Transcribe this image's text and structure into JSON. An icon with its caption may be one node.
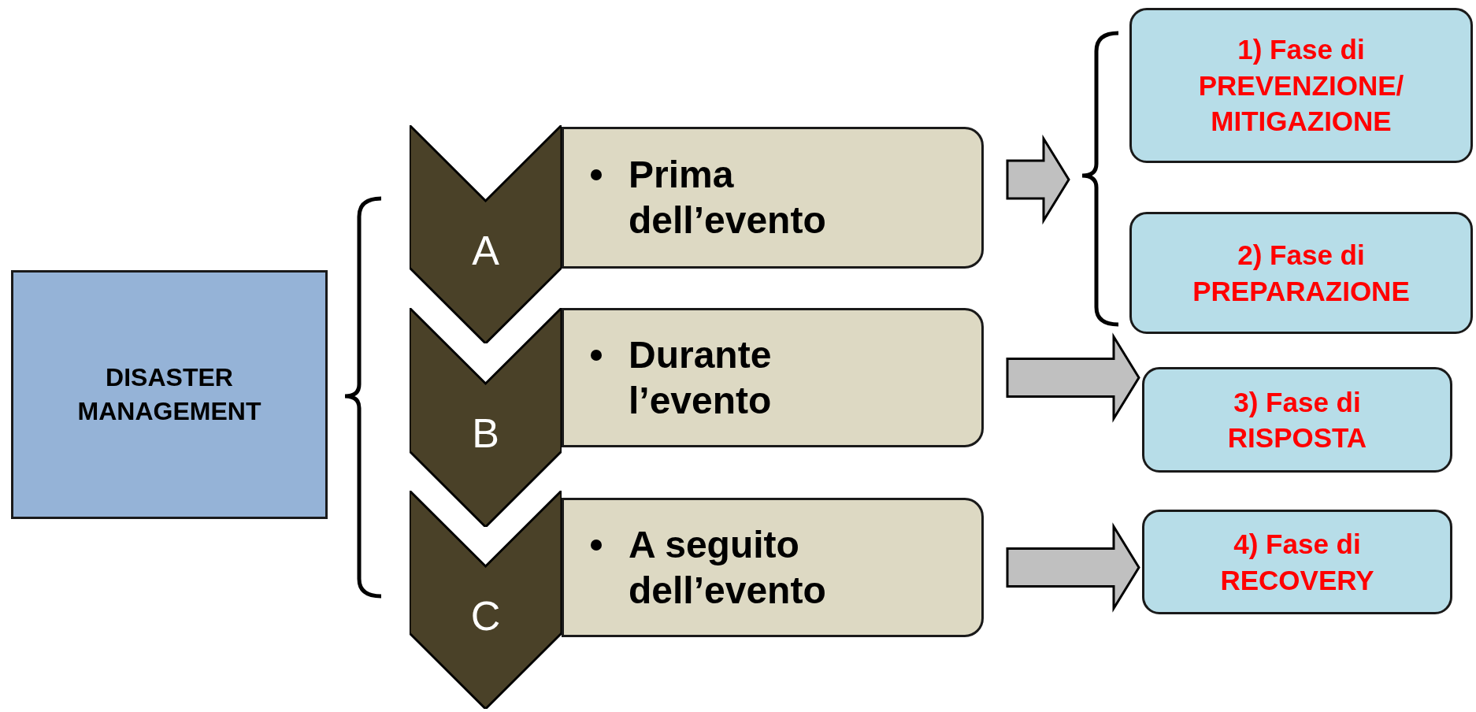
{
  "diagram": {
    "nodes": [
      {
        "text": [
          "DISASTER MANAGEMENT"
        ]
      },
      {
        "text": [
          "A"
        ]
      },
      {
        "text": [
          "Prima dell’evento"
        ]
      },
      {
        "text": [
          "B"
        ]
      },
      {
        "text": [
          "Durante l’evento"
        ]
      },
      {
        "text": [
          "C"
        ]
      },
      {
        "text": [
          "A seguito dell’evento"
        ]
      },
      {
        "text": [
          "1) Fase di PREVENZIONE/ MITIGAZIONE"
        ]
      },
      {
        "text": [
          "2) Fase di PREPARAZIONE"
        ]
      },
      {
        "text": [
          "3) Fase di RISPOSTA"
        ]
      },
      {
        "text": [
          "4) Fase di RECOVERY"
        ]
      }
    ],
    "edges": [
      {
        "from": 2,
        "to": 7,
        "arrow": "to"
      },
      {
        "from": 2,
        "to": 8,
        "arrow": "to"
      },
      {
        "from": 4,
        "to": 9,
        "arrow": "to"
      },
      {
        "from": 6,
        "to": 10,
        "arrow": "to"
      }
    ]
  }
}
